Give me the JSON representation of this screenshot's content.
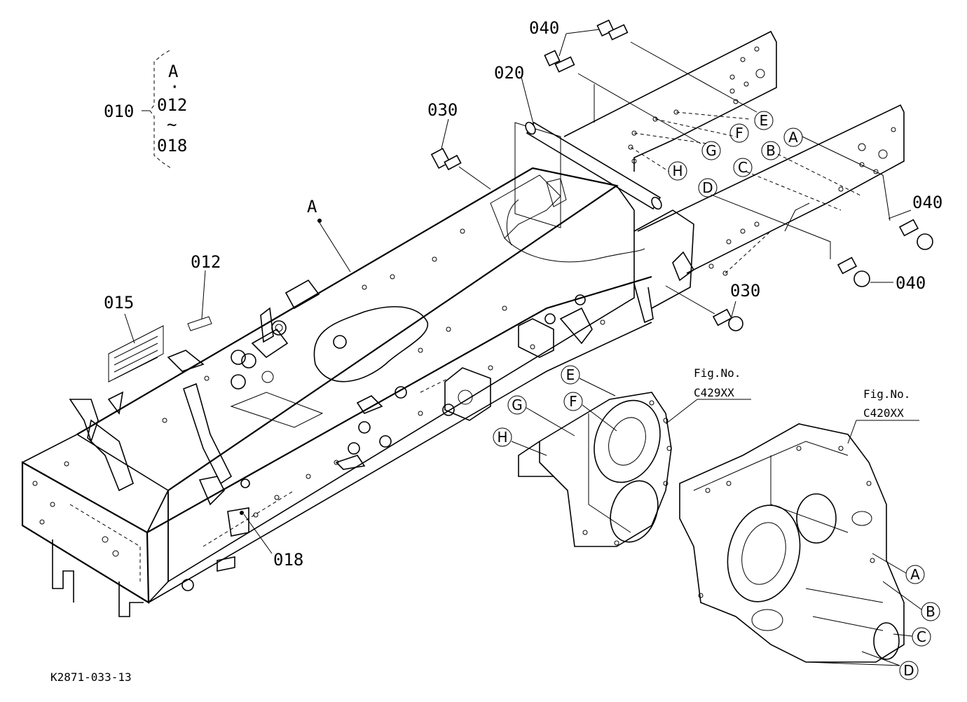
{
  "drawing_id": "K2871-033-13",
  "assembly": {
    "label": "010",
    "items": [
      "A",
      "·",
      "012",
      "~",
      "018"
    ]
  },
  "part_labels": {
    "p020": "020",
    "p030a": "030",
    "p030b": "030",
    "p040a": "040",
    "p040b": "040",
    "p040c": "040",
    "p012": "012",
    "p015": "015",
    "p018": "018",
    "pA": "A"
  },
  "figure_refs": {
    "fig1_label": "Fig.No.",
    "fig1_no": "C429XX",
    "fig2_label": "Fig.No.",
    "fig2_no": "C420XX"
  },
  "ref_circles": {
    "top": [
      "E",
      "F",
      "G",
      "H",
      "A",
      "B",
      "C",
      "D"
    ],
    "mid": [
      "E",
      "F",
      "G",
      "H"
    ],
    "bottom": [
      "A",
      "B",
      "C",
      "D"
    ]
  }
}
